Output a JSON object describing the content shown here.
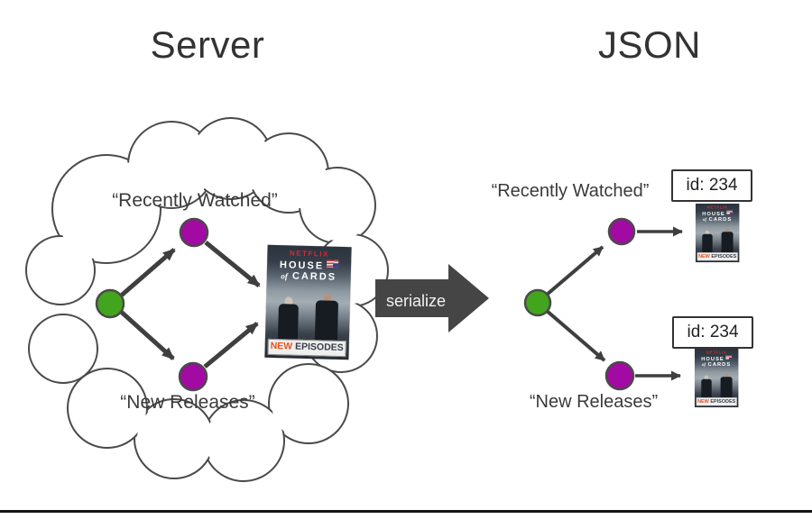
{
  "titles": {
    "server": "Server",
    "json": "JSON"
  },
  "serialize": {
    "label": "serialize"
  },
  "server_graph": {
    "recently_watched": "“Recently Watched”",
    "new_releases": "“New Releases”"
  },
  "json_graph": {
    "recently_watched": "“Recently Watched”",
    "new_releases": "“New Releases”",
    "id_top": "id: 234",
    "id_bottom": "id: 234"
  },
  "poster": {
    "brand": "NETFLIX",
    "title_line1": "HOUSE",
    "title_word_of": "of",
    "title_line2": "CARDS",
    "banner_word1": "NEW",
    "banner_word2": "EPISODES"
  },
  "colors": {
    "node_green": "#43a41d",
    "node_magenta": "#a30aa3",
    "arrow_gray": "#3f3f3f",
    "serialize_arrow_gray": "#454545",
    "netflix_red": "#d52a32",
    "banner_orange": "#e8511d",
    "cloud_stroke": "#4a4a4a"
  }
}
